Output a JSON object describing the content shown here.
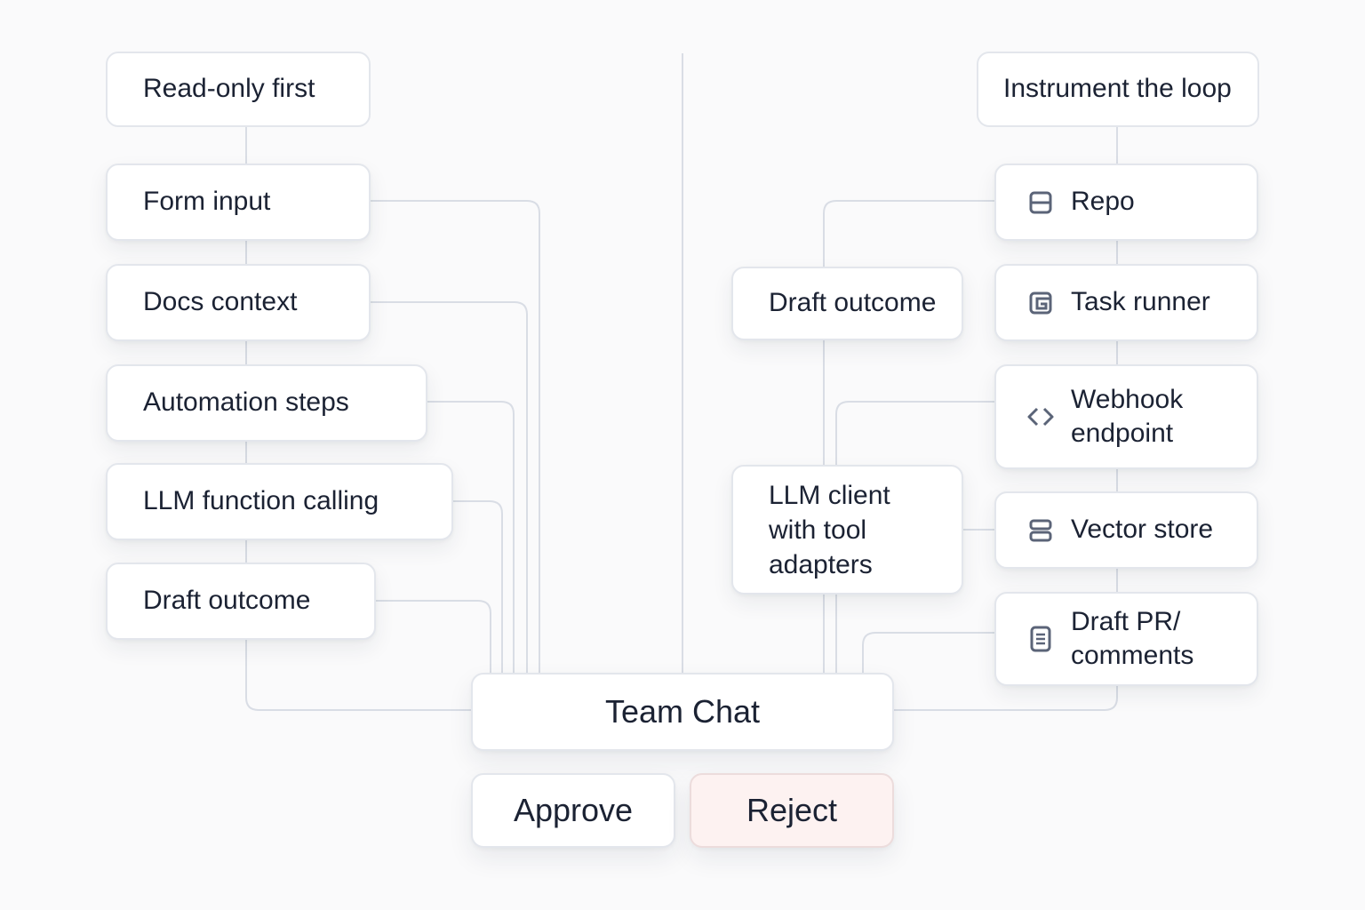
{
  "left_column": {
    "header": "Read-only first",
    "items": [
      "Form input",
      "Docs context",
      "Automation steps",
      "LLM function calling",
      "Draft outcome"
    ]
  },
  "right_column": {
    "header": "Instrument the loop",
    "items": [
      {
        "label": "Repo",
        "icon": "repo-icon"
      },
      {
        "label": "Task runner",
        "icon": "task-runner-icon"
      },
      {
        "label": "Webhook endpoint",
        "icon": "code-icon"
      },
      {
        "label": "Vector store",
        "icon": "database-icon"
      },
      {
        "label": "Draft PR/ comments",
        "icon": "document-icon"
      }
    ]
  },
  "middle_column": {
    "draft_outcome": "Draft outcome",
    "llm_client": "LLM client with tool adapters"
  },
  "hub": {
    "label": "Team Chat",
    "approve": "Approve",
    "reject": "Reject"
  },
  "colors": {
    "connector": "#d9dde5",
    "node_border": "#e3e6ec",
    "reject_bg": "#fdf2f1",
    "icon": "#5b6478"
  }
}
